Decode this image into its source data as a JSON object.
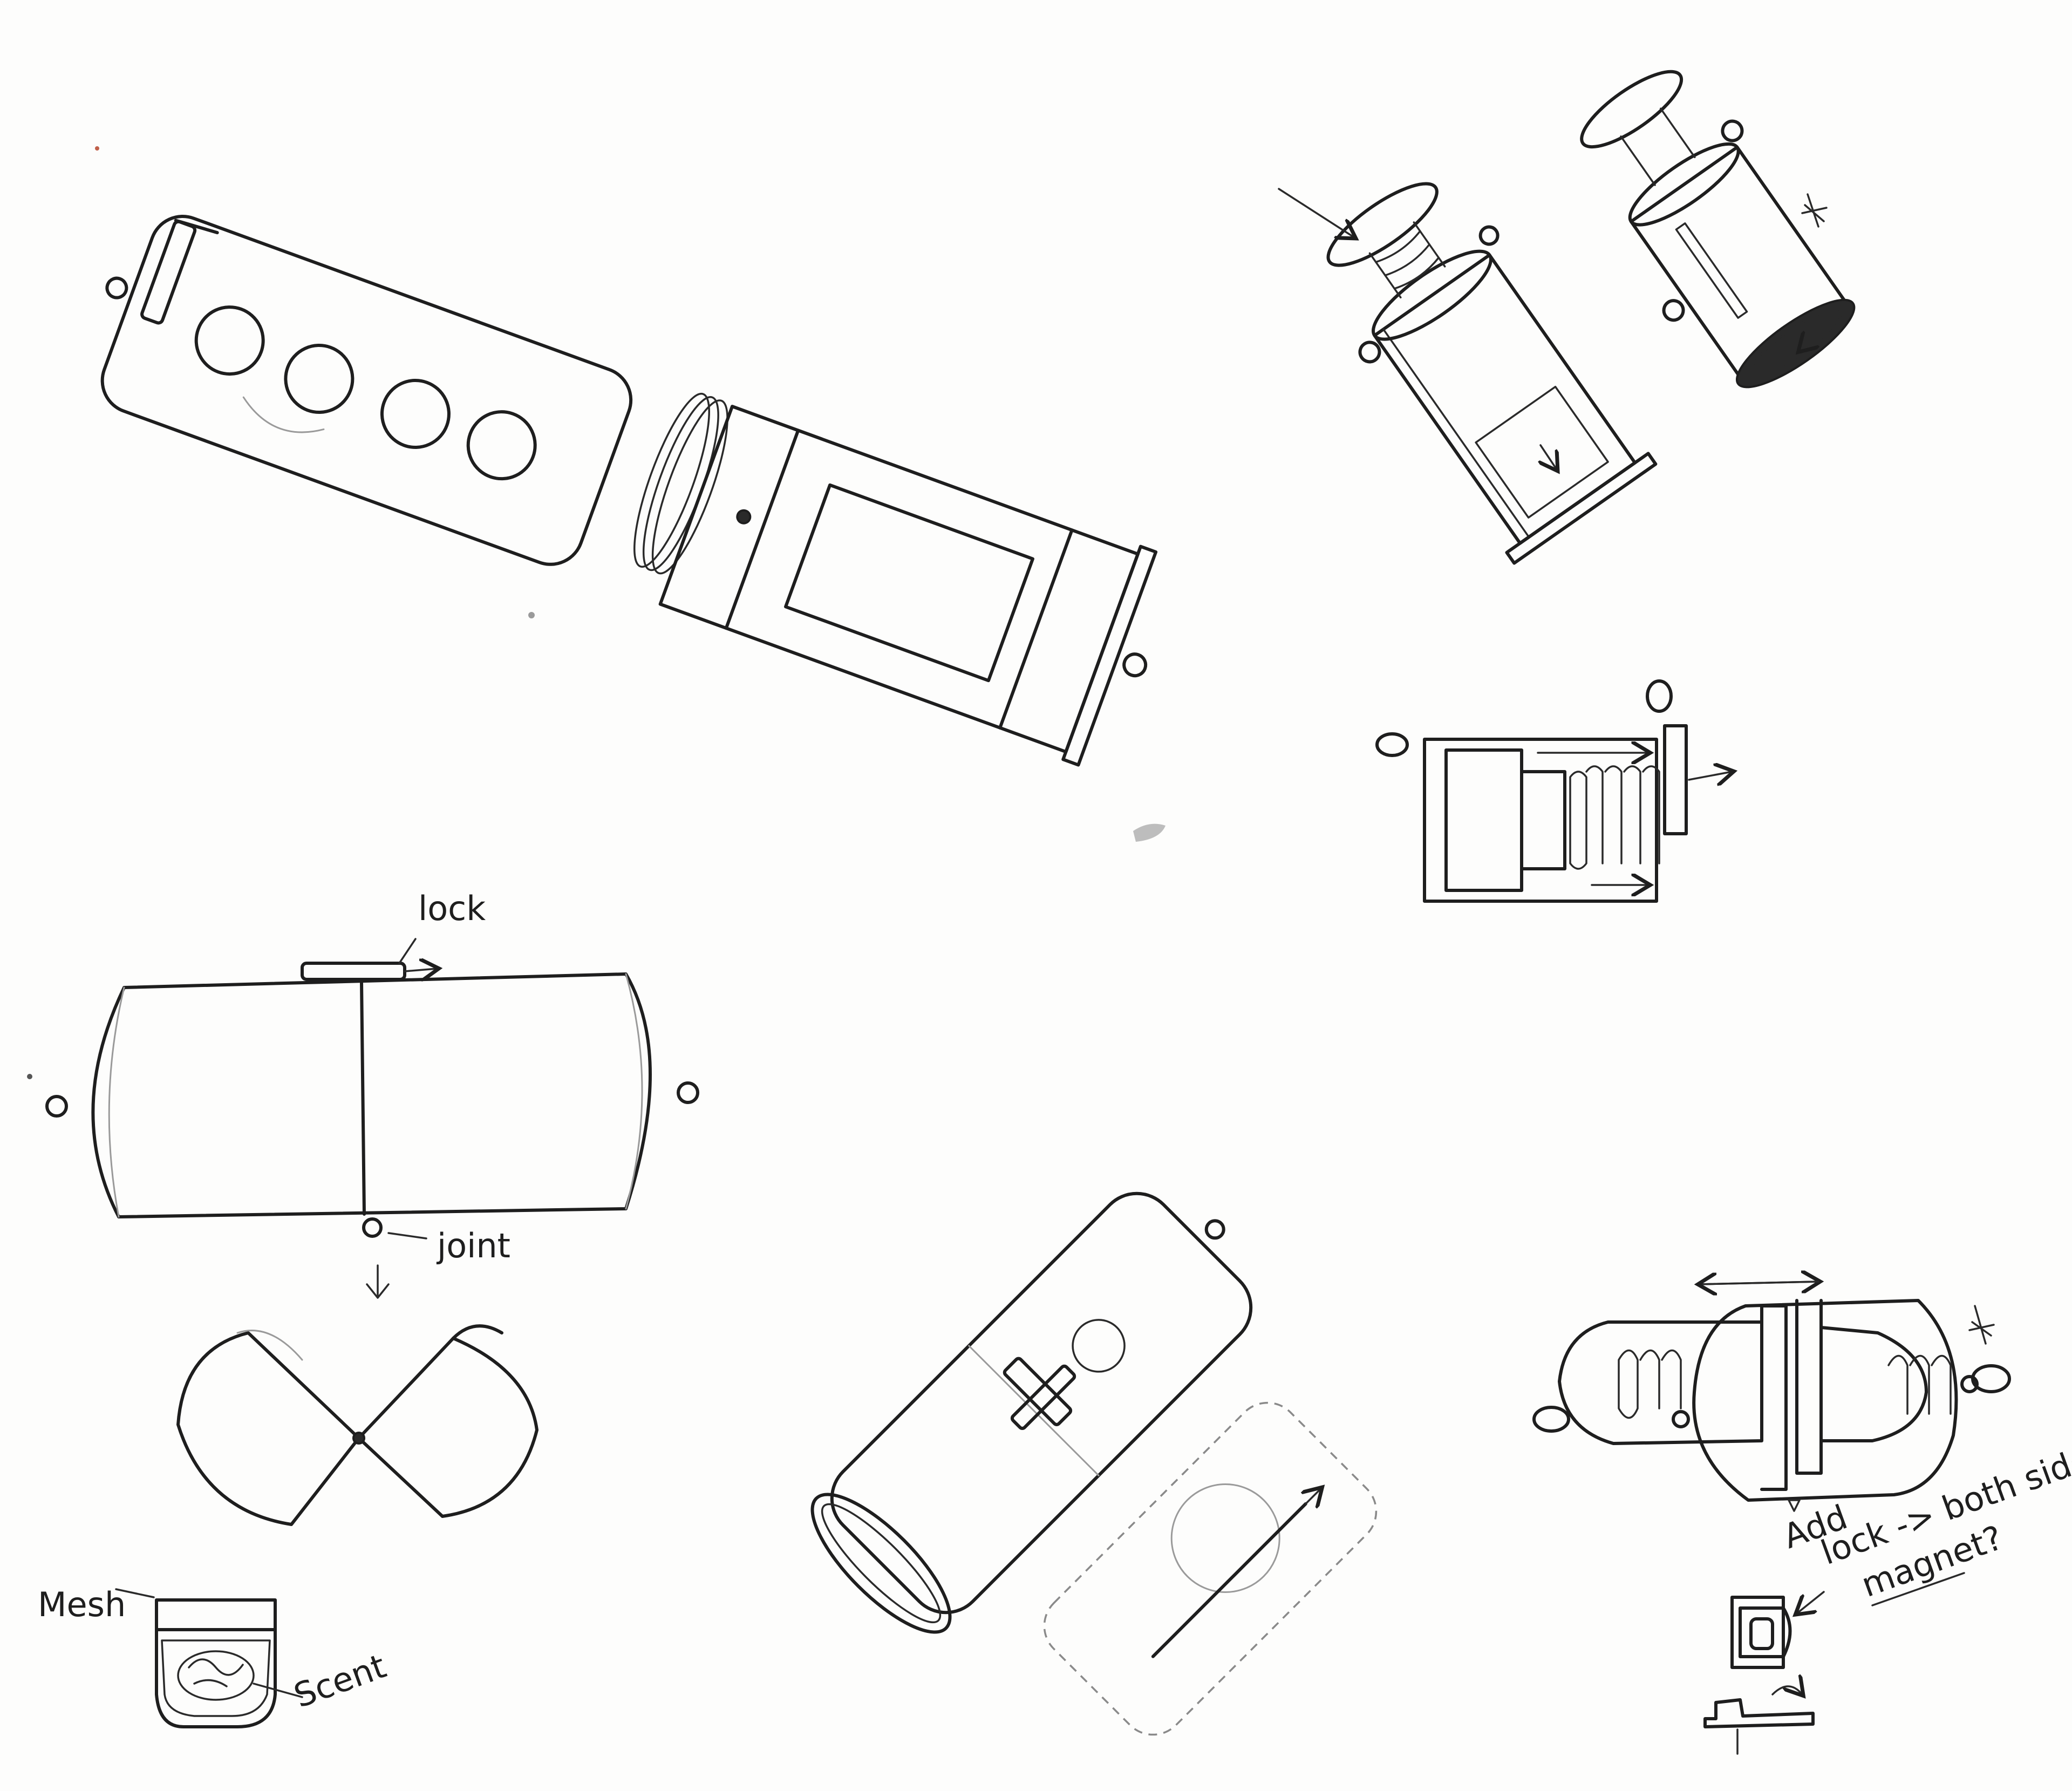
{
  "annotations": {
    "lock": "lock",
    "joint": "joint",
    "mesh": "Mesh",
    "scent": "Scent",
    "add": "Add",
    "lock_both_sides": "lock -> both sides",
    "magnet": "magnet?"
  },
  "colors": {
    "ink": "#1e1e1e",
    "paper": "#fdfdfc",
    "pencil": "#9a9a9a"
  },
  "icons": [
    "star-mark",
    "arrow",
    "hinge-loop"
  ]
}
